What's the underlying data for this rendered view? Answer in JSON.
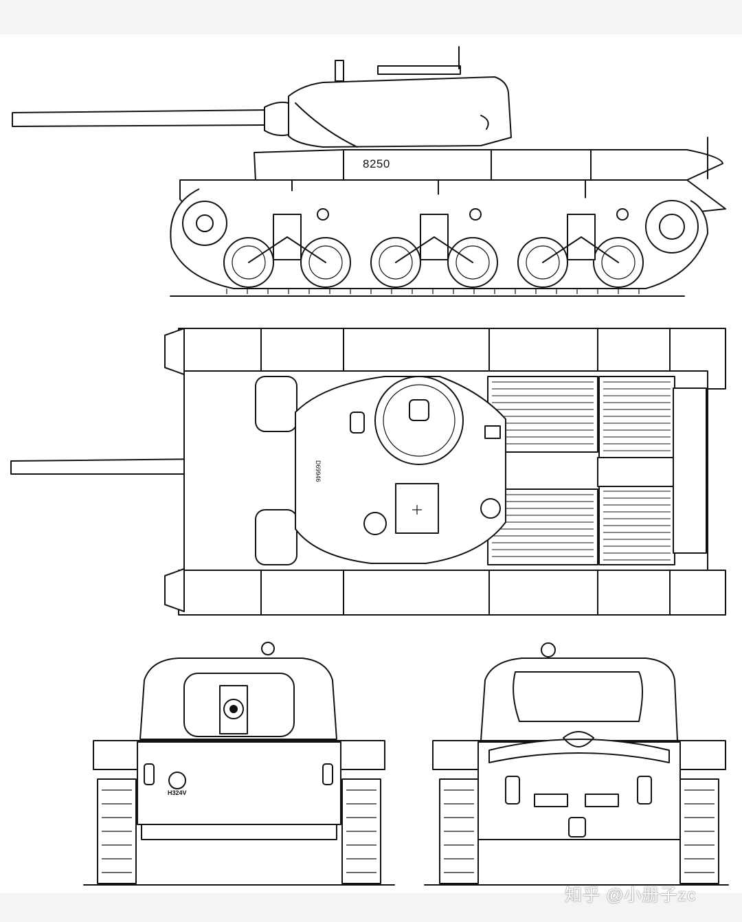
{
  "drawing": {
    "hull_number": "8250",
    "turret_serial": "D69946",
    "front_plate_serial": "H324V"
  },
  "watermark": {
    "text": "知乎 @小册子zc"
  }
}
